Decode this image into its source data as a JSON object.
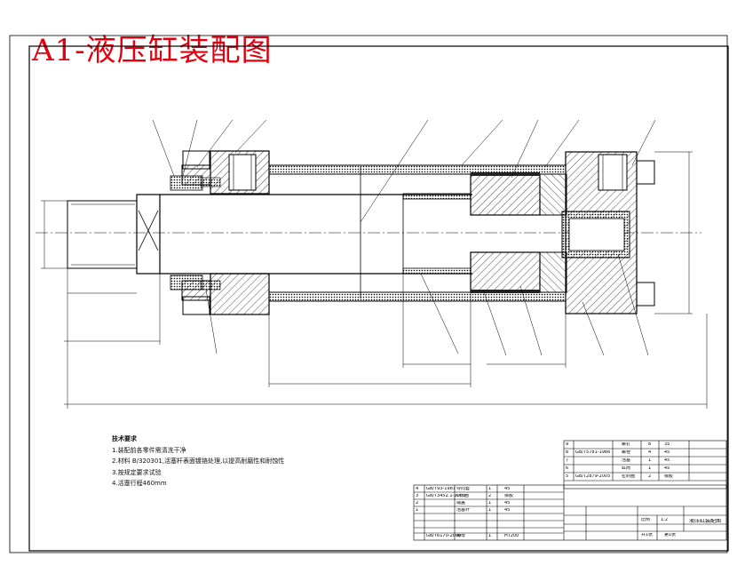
{
  "title": "A1-液压缸装配图",
  "notes": {
    "heading": "技术要求",
    "items": [
      "1.装配前各零件需清洗干净",
      "2.材料 B/320301,活塞杆表面镀铬处理,以提高耐磨性和耐蚀性",
      "3.按规定要求试验",
      "4.活塞行程460mm"
    ]
  },
  "title_block": {
    "part_rows": [
      {
        "no": "9",
        "code": "",
        "name": "螺钉",
        "qty": "8",
        "material": "35"
      },
      {
        "no": "8",
        "code": "GB/T5781-1986",
        "name": "螺栓",
        "qty": "4",
        "material": "45"
      },
      {
        "no": "7",
        "code": "",
        "name": "活塞",
        "qty": "1",
        "material": "45"
      },
      {
        "no": "6",
        "code": "",
        "name": "缸筒",
        "qty": "1",
        "material": "45"
      },
      {
        "no": "5",
        "code": "GB/T2879-2005",
        "name": "密封圈",
        "qty": "2",
        "material": "橡胶"
      }
    ],
    "left_rows": [
      {
        "no": "4",
        "code": "GB/T93-1987",
        "name": "导向套",
        "qty": "1",
        "material": "45"
      },
      {
        "no": "3",
        "code": "GB/T3452.1-2005",
        "name": "O形圈",
        "qty": "2",
        "material": "橡胶"
      },
      {
        "no": "2",
        "code": "",
        "name": "端盖",
        "qty": "1",
        "material": "45"
      },
      {
        "no": "1",
        "code": "",
        "name": "活塞杆",
        "qty": "1",
        "material": "45"
      },
      {
        "no": "",
        "code": "GB/T6170-2000",
        "name": "螺母",
        "qty": "1",
        "material": "HT200"
      }
    ],
    "drawing_name": "液压缸装配图",
    "scale_label": "比例",
    "scale_value": "1:2",
    "sheet_label": "共1张",
    "sheet_no": "第1张"
  }
}
